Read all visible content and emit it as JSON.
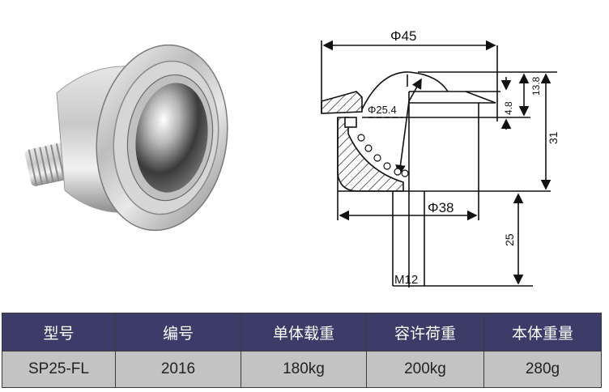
{
  "product_photo": {
    "alt": "Stainless steel flanged ball transfer unit with threaded stud"
  },
  "drawing": {
    "dimensions": {
      "outer_diameter": "Φ45",
      "ball_diameter": "Φ25.4",
      "body_diameter": "Φ38",
      "thread": "M12",
      "ball_protrusion": "13.8",
      "flange_thickness": "4.8",
      "body_height": "31",
      "stud_length": "25"
    }
  },
  "spec_table": {
    "headers": [
      "型号",
      "编号",
      "单体载重",
      "容许荷重",
      "本体重量"
    ],
    "rows": [
      [
        "SP25-FL",
        "2016",
        "180kg",
        "200kg",
        "280g"
      ]
    ]
  },
  "colors": {
    "header_bg": "#3d3b68",
    "header_text": "#ffffff",
    "row_bg": "#c3c3c3",
    "row_text": "#222222"
  }
}
